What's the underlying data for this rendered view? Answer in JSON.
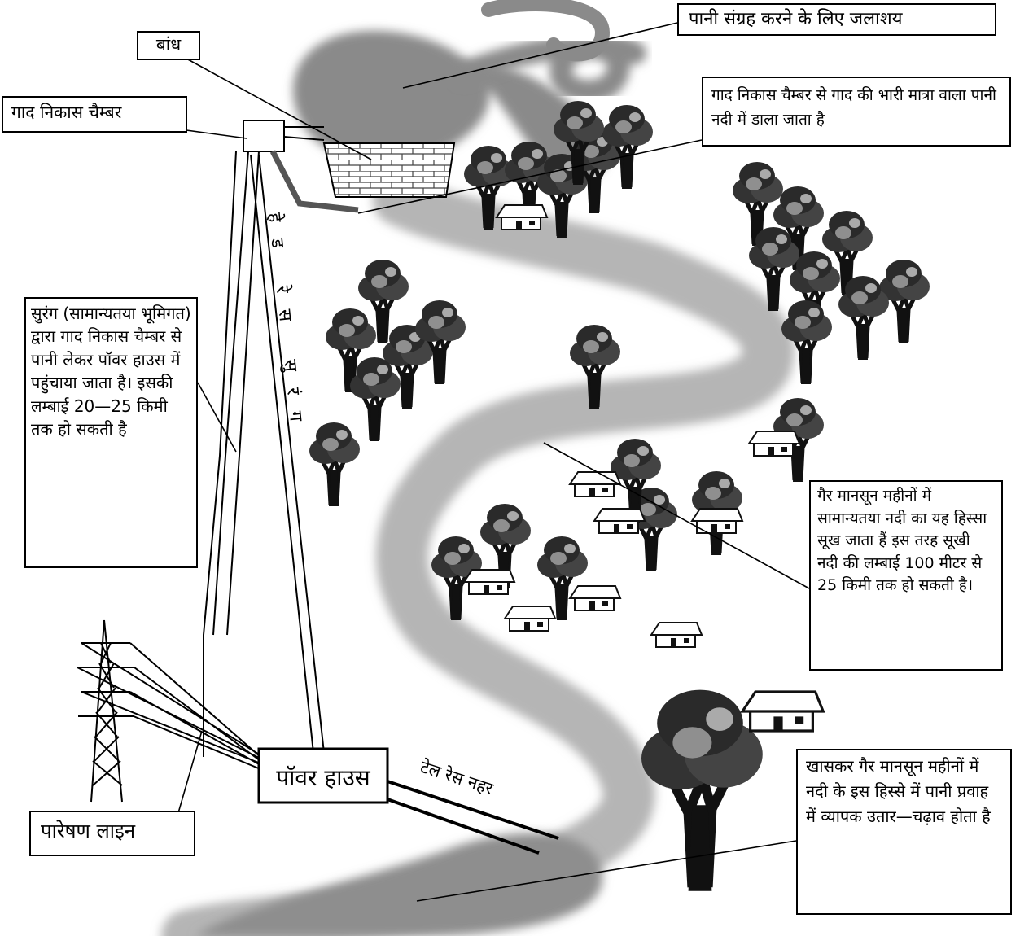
{
  "labels": {
    "reservoir": "पानी संग्रह करने के लिए जलाशय",
    "dam": "बांध",
    "desilting_chamber": "गाद निकास चैम्बर",
    "silt_discharge": "गाद निकास चैम्बर से गाद की भारी मात्रा वाला पानी नदी में डाला जाता है",
    "head_race_tunnel": "हेड रेस सुरंग",
    "tunnel_note": "सुरंग (सामान्यतया भूमिगत) द्वारा गाद निकास चैम्बर से पानी लेकर पॉवर हाउस में पहुंचाया जाता है। इसकी लम्बाई 20—25 किमी तक हो सकती है",
    "dry_stretch": "गैर मानसून महीनों में सामान्यतया नदी का यह हिस्सा सूख जाता हैं इस तरह सूखी नदी की लम्बाई 100 मीटर से 25 किमी तक हो सकती है।",
    "power_house": "पॉवर हाउस",
    "tail_race": "टेल रेस नहर",
    "transmission_line": "पारेषण लाइन",
    "flow_variation": "खासकर गैर मानसून महीनों में नदी के इस हिस्से में पानी प्रवाह में व्यापक उतार—चढ़ाव होता है"
  },
  "colors": {
    "river": "#b5b5b5",
    "river_edge": "#8c8c8c",
    "reservoir": "#8a8a8a",
    "tree": "#1a1a1a",
    "line": "#000000"
  },
  "icons": [
    "dam-wall-icon",
    "tree-icon",
    "house-icon",
    "transmission-tower-icon"
  ]
}
